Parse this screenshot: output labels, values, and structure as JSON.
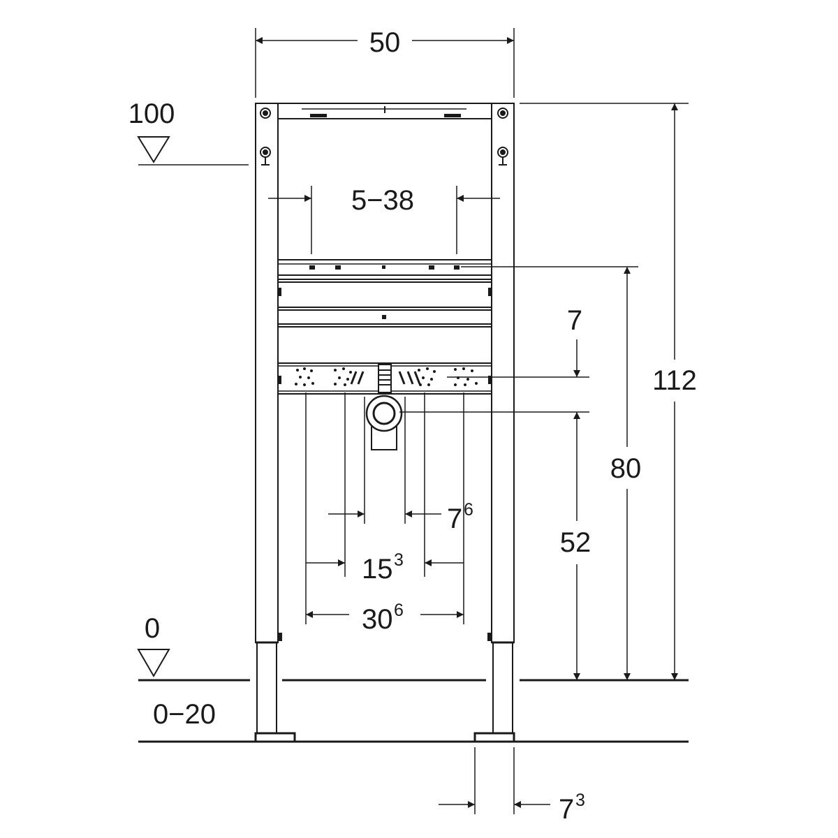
{
  "levels": {
    "top": "100",
    "floor": "0",
    "floor_range": "0−20"
  },
  "dimensions": {
    "width": "50",
    "adjust_range": "5−38",
    "offset_7": "7",
    "height_112": "112",
    "height_80": "80",
    "height_52": "52",
    "spacing_76": {
      "main": "7",
      "sup": "6"
    },
    "spacing_153": {
      "main": "15",
      "sup": "3"
    },
    "spacing_306": {
      "main": "30",
      "sup": "6"
    },
    "depth_73": {
      "main": "7",
      "sup": "3"
    }
  }
}
